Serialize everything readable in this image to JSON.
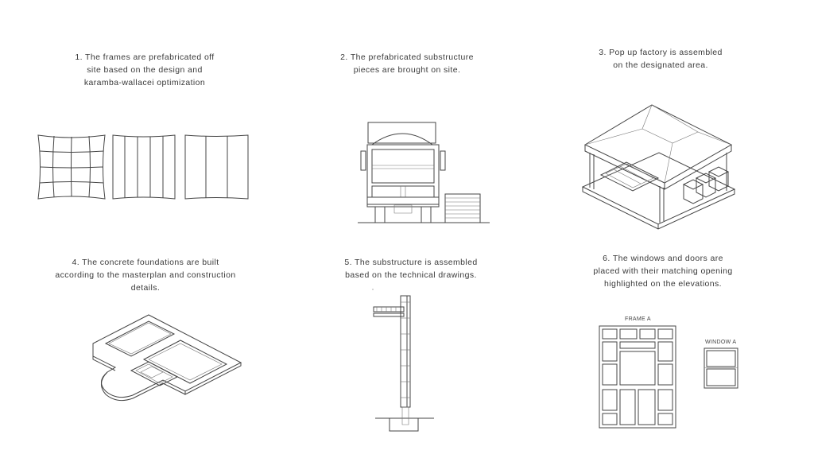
{
  "steps": [
    {
      "lines": [
        "1. The frames are prefabricated off",
        "site based on the design and",
        "karamba-wallacei optimization"
      ]
    },
    {
      "lines": [
        "2. The prefabricated substructure",
        "pieces are brought on site."
      ]
    },
    {
      "lines": [
        "3. Pop up factory is assembled",
        "on the designated area."
      ]
    },
    {
      "lines": [
        "4. The concrete foundations are built",
        "according to the masterplan and construction",
        "details."
      ]
    },
    {
      "lines": [
        "5. The substructure is assembled",
        "based on the technical drawings."
      ]
    },
    {
      "lines": [
        "6. The windows and doors are",
        "placed with their matching opening",
        "highlighted on the elevations."
      ]
    }
  ],
  "labels": {
    "frame_a": "FRAME A",
    "window_a": "WINDOW A"
  }
}
